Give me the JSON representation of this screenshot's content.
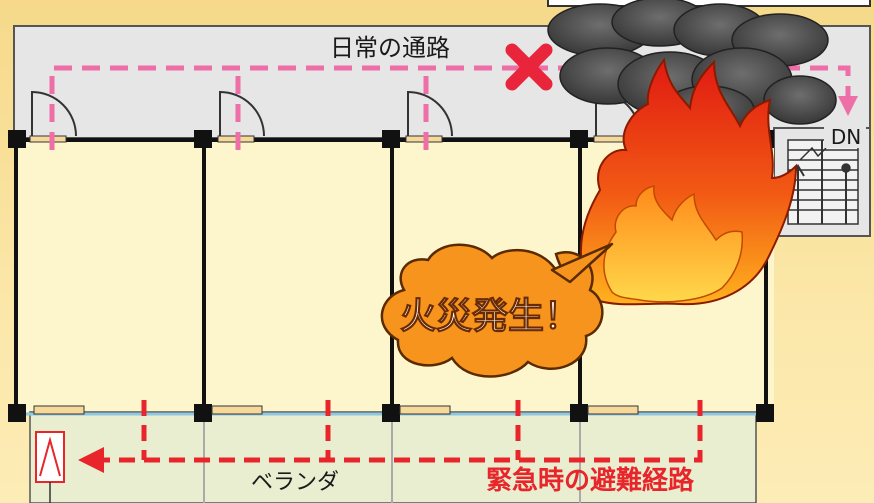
{
  "labels": {
    "hallway": "日常の通路",
    "stairs_down": "DN",
    "veranda": "ベランダ",
    "emergency_route": "緊急時の避難経路",
    "fire_outbreak": "火災発生！"
  },
  "colors": {
    "background": "#f8dd94",
    "hallway": "#e6e6e6",
    "room": "#fdf6cc",
    "veranda": "#e8eecf",
    "normal_route": "#ee6fa8",
    "emergency_route": "#e8252b",
    "blocked_mark": "#e8253a",
    "speech_bubble": "#f7941d",
    "smoke": "#4a4a4a"
  },
  "icons": {
    "blocked": "cross-mark-icon",
    "fire": "flame-icon",
    "smoke": "smoke-cloud-icon",
    "stairs": "staircase-icon",
    "escape_ladder": "escape-hatch-icon"
  }
}
